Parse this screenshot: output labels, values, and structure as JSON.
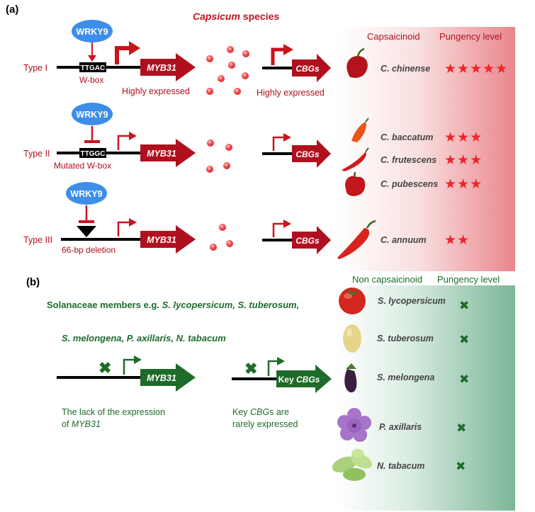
{
  "panel_a": {
    "label": "(a)",
    "title_italic": "Capsicum",
    "title_rest": " species",
    "col_capsaicinoid": "Capsaicinoid",
    "col_pungency": "Pungency level",
    "wrky": "WRKY9",
    "myb": "MYB31",
    "cbgs": "CBGs",
    "type1": {
      "label": "Type I",
      "box": "TTGAC",
      "site": "W-box",
      "myb_note": "Highly expressed",
      "cbg_note": "Highly expressed"
    },
    "type2": {
      "label": "Type II",
      "box": "TTGGC",
      "site": "Mutated W-box"
    },
    "type3": {
      "label": "Type III",
      "site": "66-bp deletion"
    },
    "species": [
      {
        "name": "C. chinense",
        "stars": "★★★★★",
        "color": "#b5121b"
      },
      {
        "name": "C. baccatum",
        "stars": "★★★",
        "color": "#e8541a"
      },
      {
        "name": "C. frutescens",
        "stars": "★★★",
        "color": "#d21c1c"
      },
      {
        "name": "C. pubescens",
        "stars": "★★★",
        "color": "#c4141c"
      },
      {
        "name": "C. annuum",
        "stars": "★★",
        "color": "#d9231c"
      }
    ]
  },
  "panel_b": {
    "label": "(b)",
    "col_non": "Non capsaicinoid",
    "col_pungency": "Pungency level",
    "members_line1_prefix": "Solanaceae members e.g. ",
    "members_line1_species": "S. lycopersicum, S. tuberosum,",
    "members_line2": "S. melongena, P. axillaris, N. tabacum",
    "myb": "MYB31",
    "key": "Key ",
    "cbgs": "CBGs",
    "note1_line1": "The lack of the expression",
    "note1_line2_prefix": "of ",
    "note1_line2_gene": "MYB31",
    "note2_line1_prefix": "Key ",
    "note2_line1_gene": "CBG",
    "note2_line1_suffix": "s are",
    "note2_line2": "rarely expressed",
    "cross": "✖",
    "species": [
      {
        "name": "S. lycopersicum",
        "icon": "tomato"
      },
      {
        "name": "S. tuberosum",
        "icon": "potato"
      },
      {
        "name": "S. melongena",
        "icon": "eggplant"
      },
      {
        "name": "P. axillaris",
        "icon": "petunia-flower"
      },
      {
        "name": "N. tabacum",
        "icon": "tobacco-leaves"
      }
    ]
  },
  "colors": {
    "dark_red": "#b0101e",
    "green": "#1e6b2a",
    "wrky_blue": "#3d8ee8",
    "star_red": "#f0242a"
  }
}
